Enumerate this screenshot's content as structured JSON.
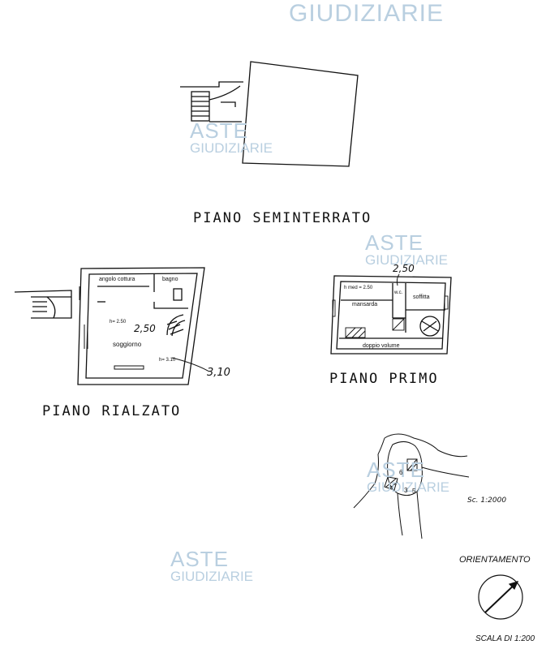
{
  "watermark": {
    "brand_top": "ASTE",
    "brand_bottom": "GIUDIZIARIE"
  },
  "floors": {
    "seminterrato": "PIANO SEMINTERRATO",
    "rialzato": "PIANO RIALZATO",
    "primo": "PIANO PRIMO"
  },
  "rooms": {
    "angolo_cottura": "angolo cottura",
    "bagno": "bagno",
    "soggiorno": "soggiorno",
    "h250": "h= 2.50",
    "h310": "h= 3.10",
    "hand_250": "2,50",
    "hand_310": "3,10",
    "h_med": "h med = 2.50",
    "wc": "w.c.",
    "mansarda": "mansarda",
    "soffitta": "soffitta",
    "doppio_volume": "doppio volume",
    "hand_primo": "2,50"
  },
  "site": {
    "plot_6": "6",
    "plot_3": "3",
    "plot_5": "5",
    "scale_note": "Sc. 1:2000"
  },
  "legend": {
    "orientamento": "ORIENTAMENTO",
    "scala": "SCALA DI 1:200",
    "signature": ""
  }
}
